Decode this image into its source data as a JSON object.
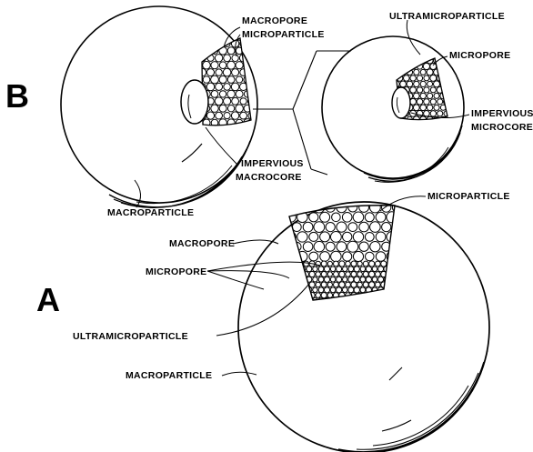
{
  "panels": {
    "b": {
      "letter": "B",
      "labels": {
        "macropore": "MACROPORE",
        "microparticle": "MICROPARTICLE",
        "ultramicroparticle": "ULTRAMICROPARTICLE",
        "micropore": "MICROPORE",
        "impervious_1": "IMPERVIOUS",
        "macrocore": "MACROCORE",
        "impervious_2": "IMPERVIOUS",
        "microcore": "MICROCORE",
        "macroparticle": "MACROPARTICLE"
      }
    },
    "a": {
      "letter": "A",
      "labels": {
        "microparticle": "MICROPARTICLE",
        "macropore": "MACROPORE",
        "micropore": "MICROPORE",
        "ultramicroparticle": "ULTRAMICROPARTICLE",
        "macroparticle": "MACROPARTICLE"
      }
    }
  },
  "colors": {
    "ink": "#000000",
    "paper": "#ffffff"
  }
}
